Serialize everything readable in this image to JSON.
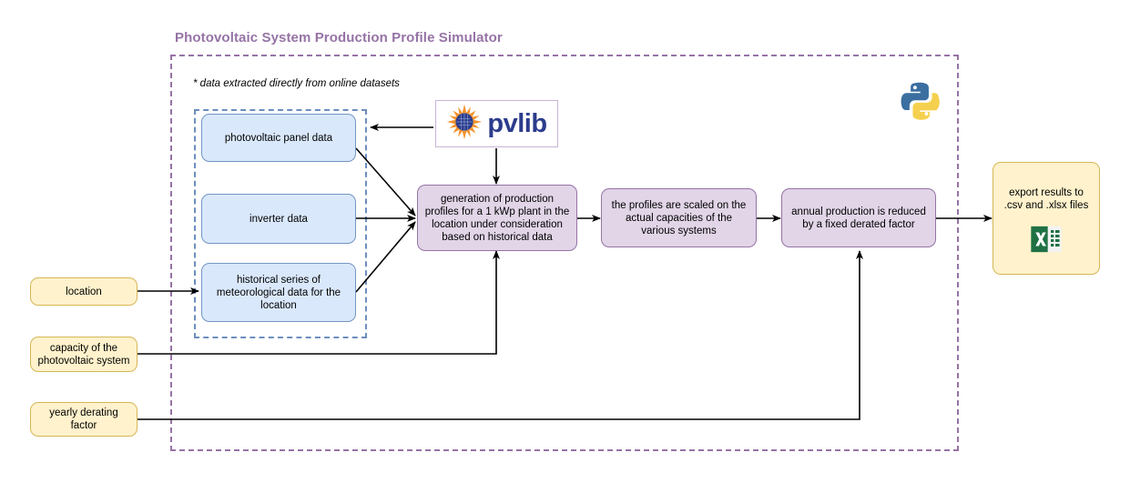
{
  "diagram": {
    "title": "Photovoltaic System Production Profile Simulator",
    "note": "* data extracted directly from online datasets",
    "colors": {
      "title": "#9673a6",
      "outer_border": "#9673a6",
      "inner_border": "#6c8ebf",
      "data_fill": "#dae8fc",
      "data_border": "#7296c4",
      "process_fill": "#e1d5e7",
      "process_border": "#9673a6",
      "input_fill": "#fff2cc",
      "input_border": "#d6b656",
      "edge": "#000000",
      "pvlib_text": "#2b3c8c",
      "excel_green": "#1f7144",
      "python_blue": "#3b6fa0",
      "python_yellow": "#f5d04e"
    }
  },
  "data_sources": {
    "group_label": "online datasets",
    "items": [
      {
        "id": "panel",
        "label": "photovoltaic panel data"
      },
      {
        "id": "inverter",
        "label": "inverter data"
      },
      {
        "id": "meteo",
        "label": "historical series of meteorological data for the location"
      }
    ]
  },
  "library": {
    "name": "pvlib",
    "logo_icon": "pvlib-sun-logo"
  },
  "runtime": {
    "logo_icon": "python-logo"
  },
  "processes": [
    {
      "id": "generation",
      "label": "generation of production profiles for a 1 kWp plant in the location under consideration based on historical data"
    },
    {
      "id": "scaling",
      "label": "the profiles are scaled on the actual capacities of the various systems"
    },
    {
      "id": "derating",
      "label": "annual production is reduced by a fixed derated factor"
    }
  ],
  "inputs": [
    {
      "id": "location",
      "label": "location"
    },
    {
      "id": "capacity",
      "label": "capacity of the photovoltaic system"
    },
    {
      "id": "derating",
      "label": "yearly derating factor"
    }
  ],
  "output": {
    "id": "export",
    "label": "export results to .csv and .xlsx files",
    "icon": "excel-file-icon"
  }
}
